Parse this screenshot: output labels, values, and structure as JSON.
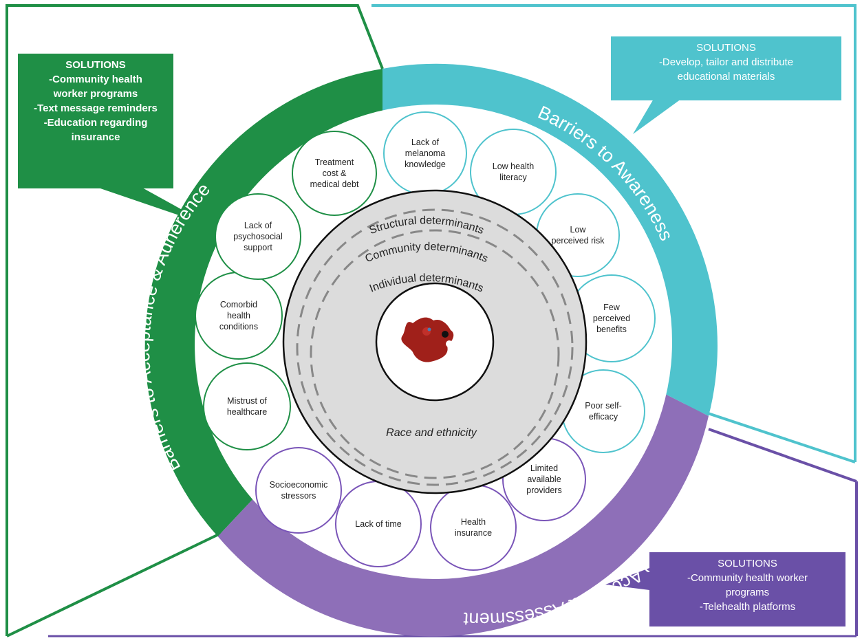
{
  "solutions": {
    "green": {
      "title": "SOLUTIONS",
      "lines": [
        "-Community health",
        "worker programs",
        "-Text message reminders",
        "-Education regarding",
        "insurance"
      ]
    },
    "teal": {
      "title": "SOLUTIONS",
      "lines": [
        "-Develop, tailor and distribute",
        "educational materials"
      ]
    },
    "purple": {
      "title": "SOLUTIONS",
      "lines": [
        "-Community health worker",
        "programs",
        "-Telehealth platforms"
      ]
    }
  },
  "ring_labels": {
    "acceptance": "Barriers to Acceptance & Adherence",
    "awareness": "Barriers to Awareness",
    "access": "Barriers to Access & Assessment"
  },
  "determinants": {
    "structural": "Structural determinants",
    "community": "Community determinants",
    "individual": "Individual determinants",
    "race": "Race and ethnicity"
  },
  "barriers": {
    "awareness": [
      [
        "Lack of",
        "melanoma",
        "knowledge"
      ],
      [
        "Low health",
        "literacy"
      ],
      [
        "Low",
        "perceived risk"
      ],
      [
        "Few",
        "perceived",
        "benefits"
      ],
      [
        "Poor self-",
        "efficacy"
      ]
    ],
    "access": [
      [
        "Limited",
        "available",
        "providers"
      ],
      [
        "Health",
        "insurance"
      ],
      [
        "Lack of time"
      ],
      [
        "Socioeconomic",
        "stressors"
      ]
    ],
    "acceptance": [
      [
        "Mistrust of",
        "healthcare"
      ],
      [
        "Comorbid",
        "health",
        "conditions"
      ],
      [
        "Lack of",
        "psychosocial",
        "support"
      ],
      [
        "Treatment",
        "cost &",
        "medical debt"
      ]
    ]
  },
  "colors": {
    "green": "#1f8f46",
    "teal": "#4fc3cd",
    "purple": "#8e6fb8",
    "purple_dark": "#6a50a7",
    "core_fill": "#dcdcdc",
    "lesion": "#a0201a"
  },
  "icons": {
    "center": "melanoma-lesion-icon"
  }
}
